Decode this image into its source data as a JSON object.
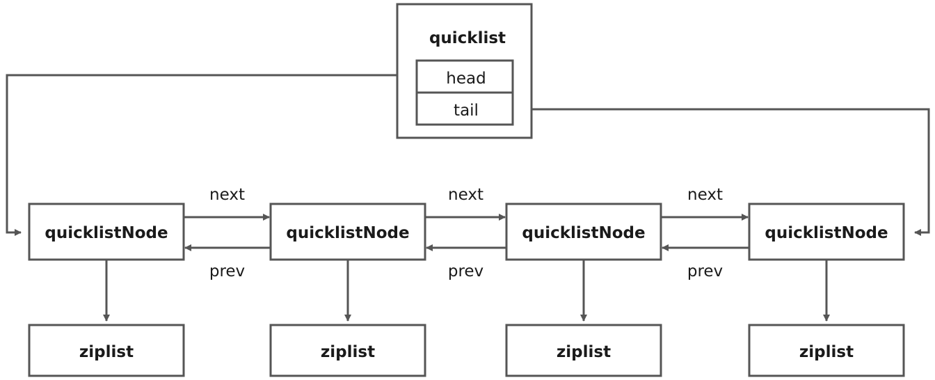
{
  "quicklist": {
    "title": "quicklist",
    "head_label": "head",
    "tail_label": "tail"
  },
  "nodes": [
    {
      "label": "quicklistNode",
      "ziplist_label": "ziplist"
    },
    {
      "label": "quicklistNode",
      "ziplist_label": "ziplist"
    },
    {
      "label": "quicklistNode",
      "ziplist_label": "ziplist"
    },
    {
      "label": "quicklistNode",
      "ziplist_label": "ziplist"
    }
  ],
  "links": [
    {
      "next_label": "next",
      "prev_label": "prev"
    },
    {
      "next_label": "next",
      "prev_label": "prev"
    },
    {
      "next_label": "next",
      "prev_label": "prev"
    }
  ],
  "colors": {
    "stroke": "#555555",
    "text": "#1a1a1a",
    "background": "#ffffff"
  }
}
